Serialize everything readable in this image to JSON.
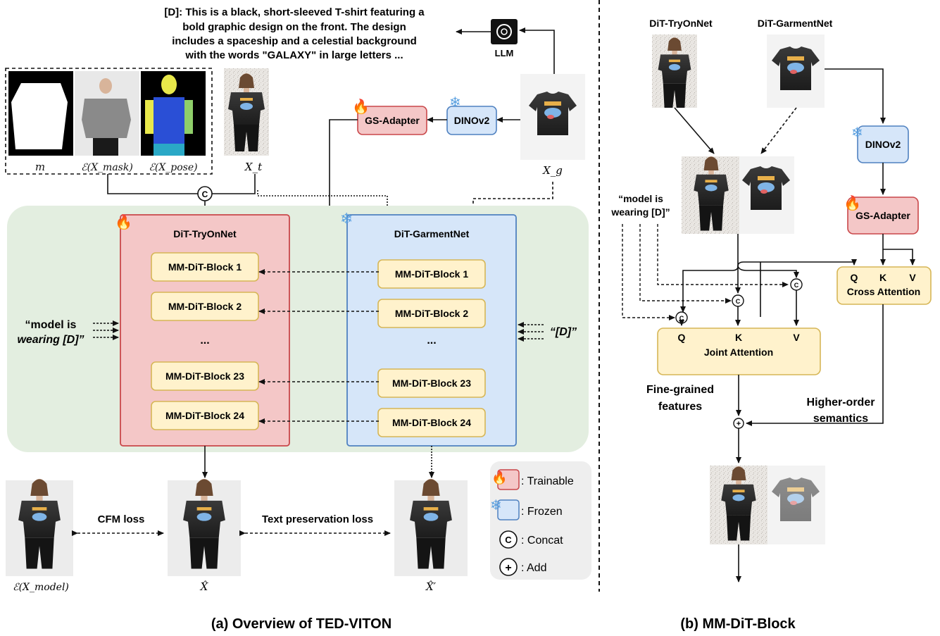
{
  "description": {
    "lines": [
      "[D]: This is a black, short-sleeved T-shirt featuring a",
      "bold graphic design on the front. The design",
      "includes a spaceship and a celestial background",
      "with the words \"GALAXY\" in large letters ..."
    ]
  },
  "llm_label": "LLM",
  "inputs": {
    "m": "m",
    "mask": "ℰ(X_mask)",
    "pose": "ℰ(X_pose)",
    "xt": "X_t",
    "xg": "X_g"
  },
  "concat_symbol": "C",
  "add_symbol": "+",
  "modules": {
    "gs_adapter": "GS-Adapter",
    "dinov2": "DINOv2",
    "tryon": "DiT-TryOnNet",
    "garment": "DiT-GarmentNet"
  },
  "tryon_blocks": [
    "MM-DiT-Block 1",
    "MM-DiT-Block 2",
    "...",
    "MM-DiT-Block 23",
    "MM-DiT-Block 24"
  ],
  "garment_blocks": [
    "MM-DiT-Block 1",
    "MM-DiT-Block 2",
    "...",
    "MM-DiT-Block 23",
    "MM-DiT-Block 24"
  ],
  "prompts": {
    "left_line1": "“model is",
    "left_line2": "wearing [D]”",
    "right": "“[D]”"
  },
  "losses": {
    "cfm": "CFM loss",
    "text_preservation": "Text preservation loss"
  },
  "outputs": {
    "model": "ℰ(X_model)",
    "xhat": "X̂",
    "xhat_prime": "X̂′"
  },
  "legend": {
    "trainable": ": Trainable",
    "frozen": ": Frozen",
    "concat": ": Concat",
    "add": ": Add"
  },
  "right_panel": {
    "tryon": "DiT-TryOnNet",
    "garment": "DiT-GarmentNet",
    "dinov2": "DINOv2",
    "gs_adapter": "GS-Adapter",
    "prompt_line1": "“model is",
    "prompt_line2": "wearing [D]”",
    "cross_attention": "Cross Attention",
    "q": "Q",
    "k": "K",
    "v": "V",
    "joint_attention": "Joint Attention",
    "fine_line1": "Fine-grained",
    "fine_line2": "features",
    "higher_line1": "Higher-order",
    "higher_line2": "semantics"
  },
  "captions": {
    "a": "(a) Overview of TED-VITON",
    "b": "(b) MM-DiT-Block"
  },
  "colors": {
    "trainable_fill": "#f4c7c7",
    "trainable_stroke": "#c9474a",
    "frozen_fill": "#d6e6f9",
    "frozen_stroke": "#4f81c0",
    "block_fill": "#fff2cc",
    "block_stroke": "#d6b656",
    "panel_green": "#e3eee0",
    "legend_gray": "#eeeeee"
  }
}
